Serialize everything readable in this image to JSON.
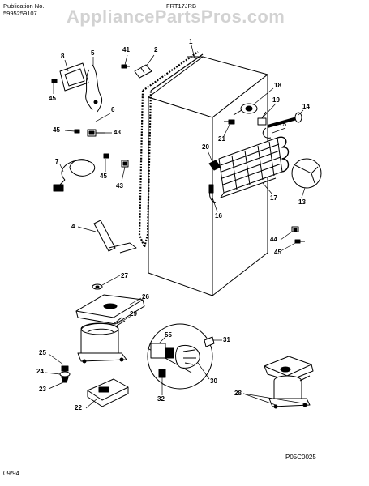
{
  "header": {
    "publication_label": "Publication No.",
    "publication_number": "5995259107",
    "model": "FRT17JRB"
  },
  "watermark": "AppliancePartsPros.com",
  "callouts": [
    {
      "id": "c1",
      "text": "1"
    },
    {
      "id": "c2",
      "text": "2"
    },
    {
      "id": "c41",
      "text": "41"
    },
    {
      "id": "c5",
      "text": "5"
    },
    {
      "id": "c8",
      "text": "8"
    },
    {
      "id": "c45a",
      "text": "45"
    },
    {
      "id": "c6",
      "text": "6"
    },
    {
      "id": "c45b",
      "text": "45"
    },
    {
      "id": "c43a",
      "text": "43"
    },
    {
      "id": "c7",
      "text": "7"
    },
    {
      "id": "c45c",
      "text": "45"
    },
    {
      "id": "c43b",
      "text": "43"
    },
    {
      "id": "c18",
      "text": "18"
    },
    {
      "id": "c19",
      "text": "19"
    },
    {
      "id": "c14",
      "text": "14"
    },
    {
      "id": "c15",
      "text": "15"
    },
    {
      "id": "c21",
      "text": "21"
    },
    {
      "id": "c20",
      "text": "20"
    },
    {
      "id": "c13",
      "text": "13"
    },
    {
      "id": "c17",
      "text": "17"
    },
    {
      "id": "c16",
      "text": "16"
    },
    {
      "id": "c4",
      "text": "4"
    },
    {
      "id": "c44",
      "text": "44"
    },
    {
      "id": "c45d",
      "text": "45"
    },
    {
      "id": "c27",
      "text": "27"
    },
    {
      "id": "c26",
      "text": "26"
    },
    {
      "id": "c29",
      "text": "29"
    },
    {
      "id": "c55",
      "text": "55"
    },
    {
      "id": "c31",
      "text": "31"
    },
    {
      "id": "c25",
      "text": "25"
    },
    {
      "id": "c24",
      "text": "24"
    },
    {
      "id": "c23",
      "text": "23"
    },
    {
      "id": "c30",
      "text": "30"
    },
    {
      "id": "c32",
      "text": "32"
    },
    {
      "id": "c22",
      "text": "22"
    },
    {
      "id": "c28",
      "text": "28"
    }
  ],
  "figure_code": "P05C0025",
  "date_code": "09/94"
}
